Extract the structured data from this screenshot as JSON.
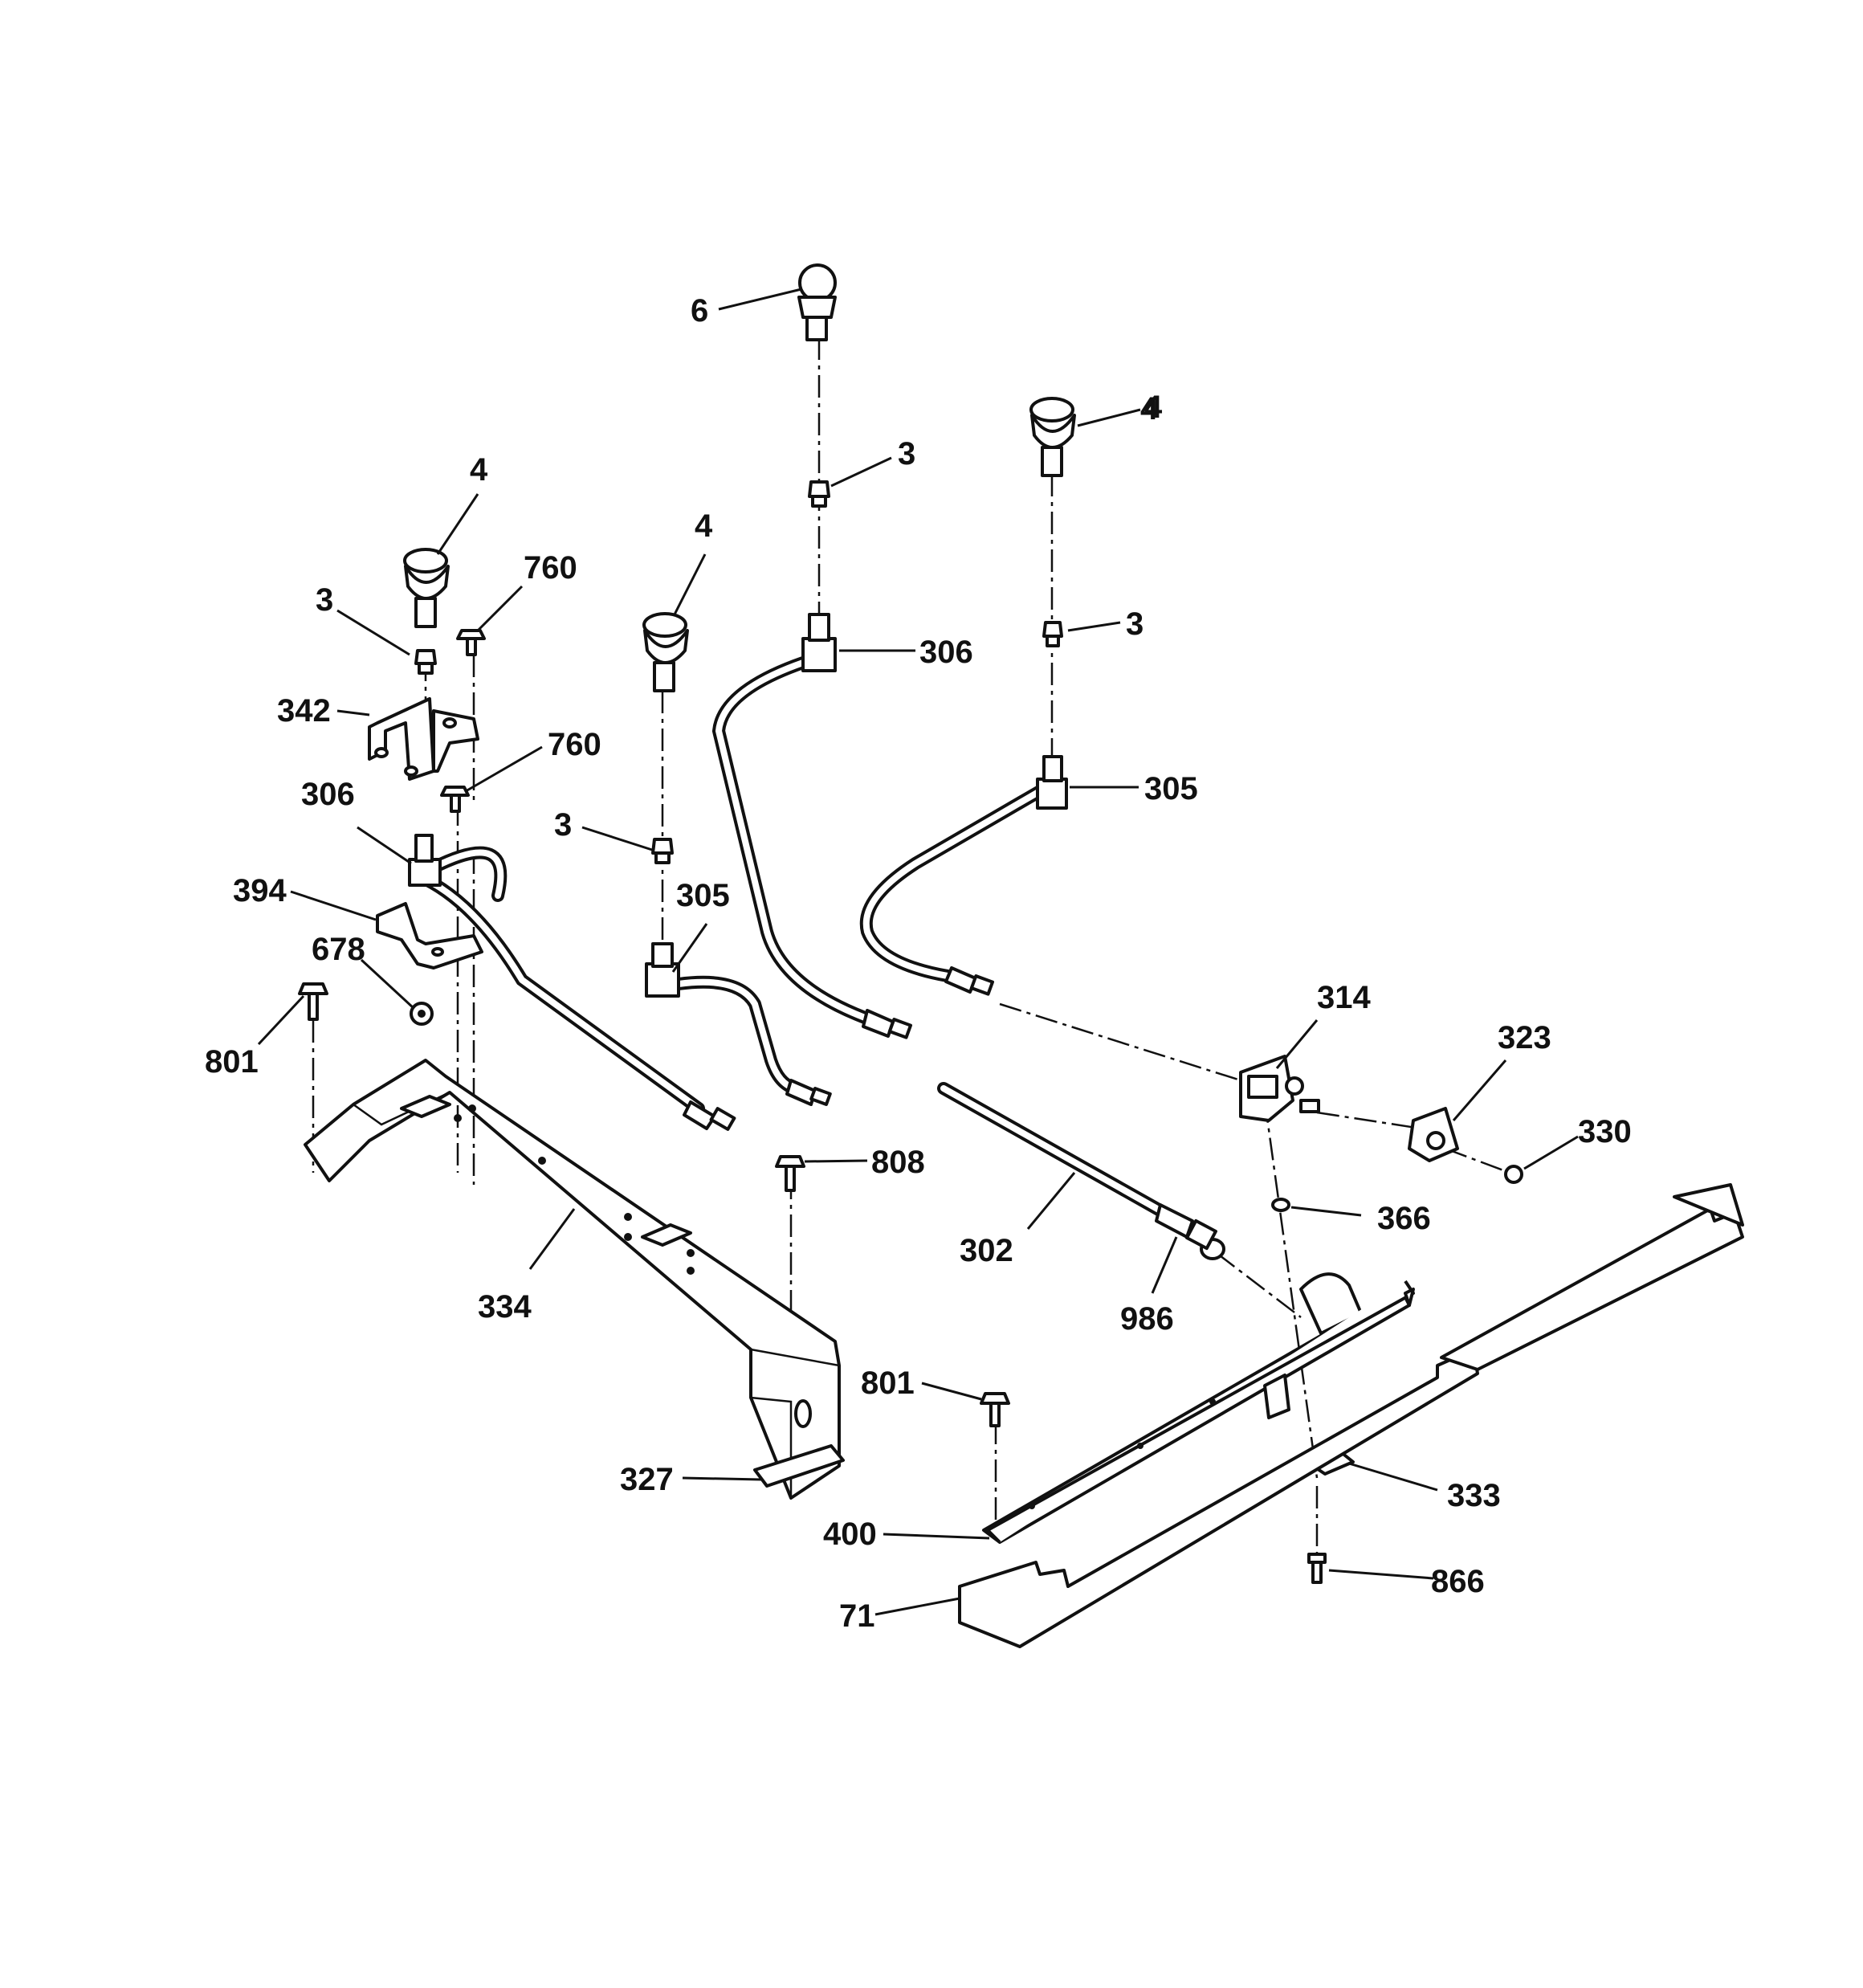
{
  "labels": [
    {
      "id": "lbl-6",
      "text": "6"
    },
    {
      "id": "lbl-4-top",
      "text": "4"
    },
    {
      "id": "lbl-3-top",
      "text": "3"
    },
    {
      "id": "lbl-4-right",
      "text": "4"
    },
    {
      "id": "lbl-3-right",
      "text": "3"
    },
    {
      "id": "lbl-306-mid",
      "text": "306"
    },
    {
      "id": "lbl-305-right",
      "text": "305"
    },
    {
      "id": "lbl-4-left",
      "text": "4"
    },
    {
      "id": "lbl-3-left",
      "text": "3"
    },
    {
      "id": "lbl-760-a",
      "text": "760"
    },
    {
      "id": "lbl-342",
      "text": "342"
    },
    {
      "id": "lbl-760-b",
      "text": "760"
    },
    {
      "id": "lbl-306-left",
      "text": "306"
    },
    {
      "id": "lbl-4-mid",
      "text": "4"
    },
    {
      "id": "lbl-3-mid",
      "text": "3"
    },
    {
      "id": "lbl-305-mid",
      "text": "305"
    },
    {
      "id": "lbl-394",
      "text": "394"
    },
    {
      "id": "lbl-678",
      "text": "678"
    },
    {
      "id": "lbl-801-left",
      "text": "801"
    },
    {
      "id": "lbl-314",
      "text": "314"
    },
    {
      "id": "lbl-323",
      "text": "323"
    },
    {
      "id": "lbl-330",
      "text": "330"
    },
    {
      "id": "lbl-808",
      "text": "808"
    },
    {
      "id": "lbl-366",
      "text": "366"
    },
    {
      "id": "lbl-302",
      "text": "302"
    },
    {
      "id": "lbl-986",
      "text": "986"
    },
    {
      "id": "lbl-334",
      "text": "334"
    },
    {
      "id": "lbl-801-mid",
      "text": "801"
    },
    {
      "id": "lbl-327",
      "text": "327"
    },
    {
      "id": "lbl-333",
      "text": "333"
    },
    {
      "id": "lbl-400",
      "text": "400"
    },
    {
      "id": "lbl-866",
      "text": "866"
    },
    {
      "id": "lbl-71",
      "text": "71"
    }
  ]
}
